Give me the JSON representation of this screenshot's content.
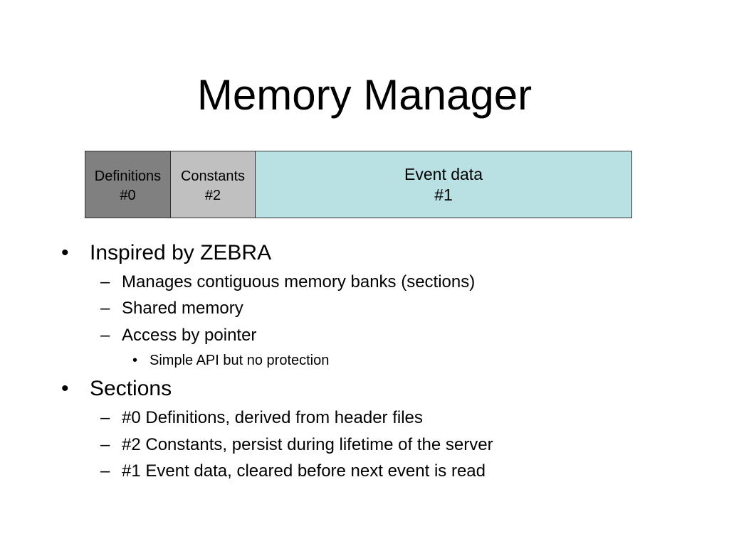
{
  "slide": {
    "title": "Memory Manager",
    "banks": [
      {
        "name": "Definitions",
        "number": "#0",
        "color": "#808080"
      },
      {
        "name": "Constants",
        "number": "#2",
        "color": "#c0c0c0"
      },
      {
        "name": "Event data",
        "number": "#1",
        "color": "#b9e0e3"
      }
    ],
    "bullets": {
      "b1": "Inspired by ZEBRA",
      "b1_1": "Manages contiguous memory banks (sections)",
      "b1_2": "Shared memory",
      "b1_3": "Access by pointer",
      "b1_3_1": "Simple API but no protection",
      "b2": "Sections",
      "b2_1": "#0 Definitions, derived from header files",
      "b2_2": "#2 Constants, persist during lifetime of the server",
      "b2_3": "#1 Event data, cleared before next event is read"
    },
    "markers": {
      "level1": "•",
      "level2": "–",
      "level3": "•"
    }
  }
}
